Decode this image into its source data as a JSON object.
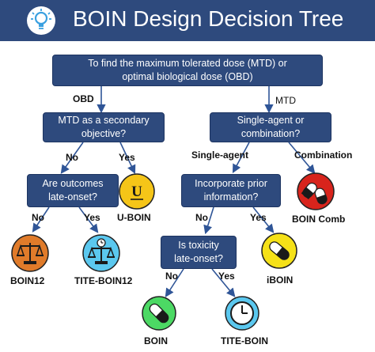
{
  "title": "BOIN Design Decision Tree",
  "logo_icon": "lightbulb-icon",
  "colors": {
    "header": "#2e4a7d",
    "node": "#2e4a7d",
    "u_boin": "#f5c518",
    "boin_comb": "#d8241c",
    "boin12": "#e07b2a",
    "tite_boin12": "#5bc8ef",
    "iboin": "#f5e118",
    "boin": "#4cd964",
    "tite_boin": "#5bc8ef"
  },
  "nodes": {
    "root": {
      "line1": "To find the maximum tolerated dose (MTD) or",
      "line2": "optimal biological dose (OBD)"
    },
    "mtd_secondary": {
      "line1": "MTD as a secondary",
      "line2": "objective?"
    },
    "single_or_combo": {
      "line1": "Single-agent or",
      "line2": "combination?"
    },
    "late_onset_outcomes": {
      "line1": "Are outcomes",
      "line2": "late-onset?"
    },
    "prior_info": {
      "line1": "Incorporate prior",
      "line2": "information?"
    },
    "tox_late_onset": {
      "line1": "Is toxicity",
      "line2": "late-onset?"
    }
  },
  "edge_labels": {
    "obd": "OBD",
    "mtd": "MTD",
    "no_1": "No",
    "yes_1": "Yes",
    "single_agent": "Single-agent",
    "combination": "Combination",
    "no_2": "No",
    "yes_2": "Yes",
    "no_3": "No",
    "yes_3": "Yes",
    "no_4": "No",
    "yes_4": "Yes"
  },
  "methods": {
    "u_boin": {
      "label": "U-BOIN",
      "icon": "u-letter-icon",
      "glyph": "U"
    },
    "boin_comb": {
      "label": "BOIN Comb",
      "icon": "two-pills-icon"
    },
    "boin12": {
      "label": "BOIN12",
      "icon": "balance-scale-icon"
    },
    "tite_boin12": {
      "label": "TITE-BOIN12",
      "icon": "timed-balance-scale-icon"
    },
    "iboin": {
      "label": "iBOIN",
      "icon": "pill-icon"
    },
    "boin": {
      "label": "BOIN",
      "icon": "capsule-icon"
    },
    "tite_boin": {
      "label": "TITE-BOIN",
      "icon": "clock-icon"
    }
  }
}
